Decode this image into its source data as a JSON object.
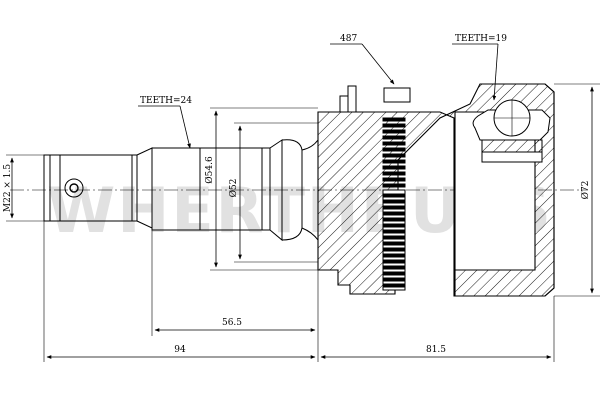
{
  "watermark": "WHERTHBUSS",
  "callouts": {
    "part_number": "487",
    "teeth_outer": "TEETH=19",
    "teeth_shaft": "TEETH=24"
  },
  "dimensions": {
    "thread": "M22 × 1.5",
    "spline_diameter": "Ø54.6",
    "shaft_diameter": "Ø52",
    "housing_diameter": "Ø72",
    "shaft_length": "56.5",
    "overall_left": "94",
    "overall_right": "81.5"
  }
}
